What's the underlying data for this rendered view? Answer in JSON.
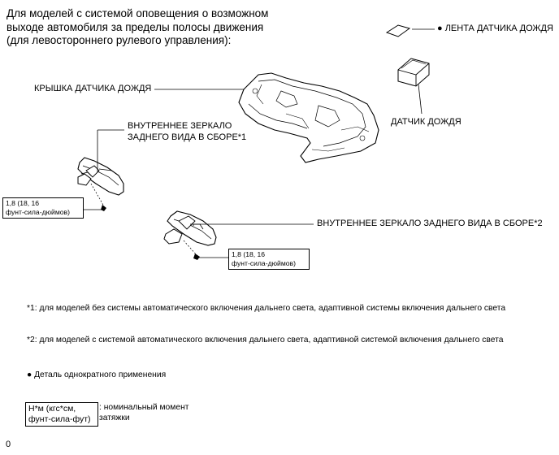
{
  "header": {
    "line1": "Для моделей с системой оповещения о возможном",
    "line2": "выходе автомобиля за пределы полосы движения",
    "line3": "(для левостороннего рулевого управления):"
  },
  "labels": {
    "rain_sensor_tape": "● ЛЕНТА ДАТЧИКА ДОЖДЯ",
    "rain_sensor_cover": "КРЫШКА ДАТЧИКА ДОЖДЯ",
    "rain_sensor": "ДАТЧИК ДОЖДЯ",
    "mirror1_line1": "ВНУТРЕННЕЕ ЗЕРКАЛО",
    "mirror1_line2": "ЗАДНЕГО ВИДА В СБОРЕ*1",
    "mirror2": "ВНУТРЕННЕЕ ЗЕРКАЛО ЗАДНЕГО ВИДА В СБОРЕ*2"
  },
  "torque": {
    "box1_line1": "1,8 (18, 16",
    "box1_line2": "фунт-сила-дюймов)",
    "box2_line1": "1,8 (18, 16",
    "box2_line2": "фунт-сила-дюймов)"
  },
  "notes": {
    "note1": "*1: для моделей без системы автоматического включения дальнего света, адаптивной системы включения дальнего света",
    "note2": "*2: для моделей с системой автоматического включения дальнего света, адаптивной системой включения дальнего света",
    "note3": "● Деталь однократного применения"
  },
  "legend": {
    "box_line1": "Н*м (кгс*см,",
    "box_line2": "фунт-сила-фут)",
    "desc_line1": ": номинальный момент",
    "desc_line2": "затяжки"
  },
  "footer": {
    "code": "0"
  }
}
